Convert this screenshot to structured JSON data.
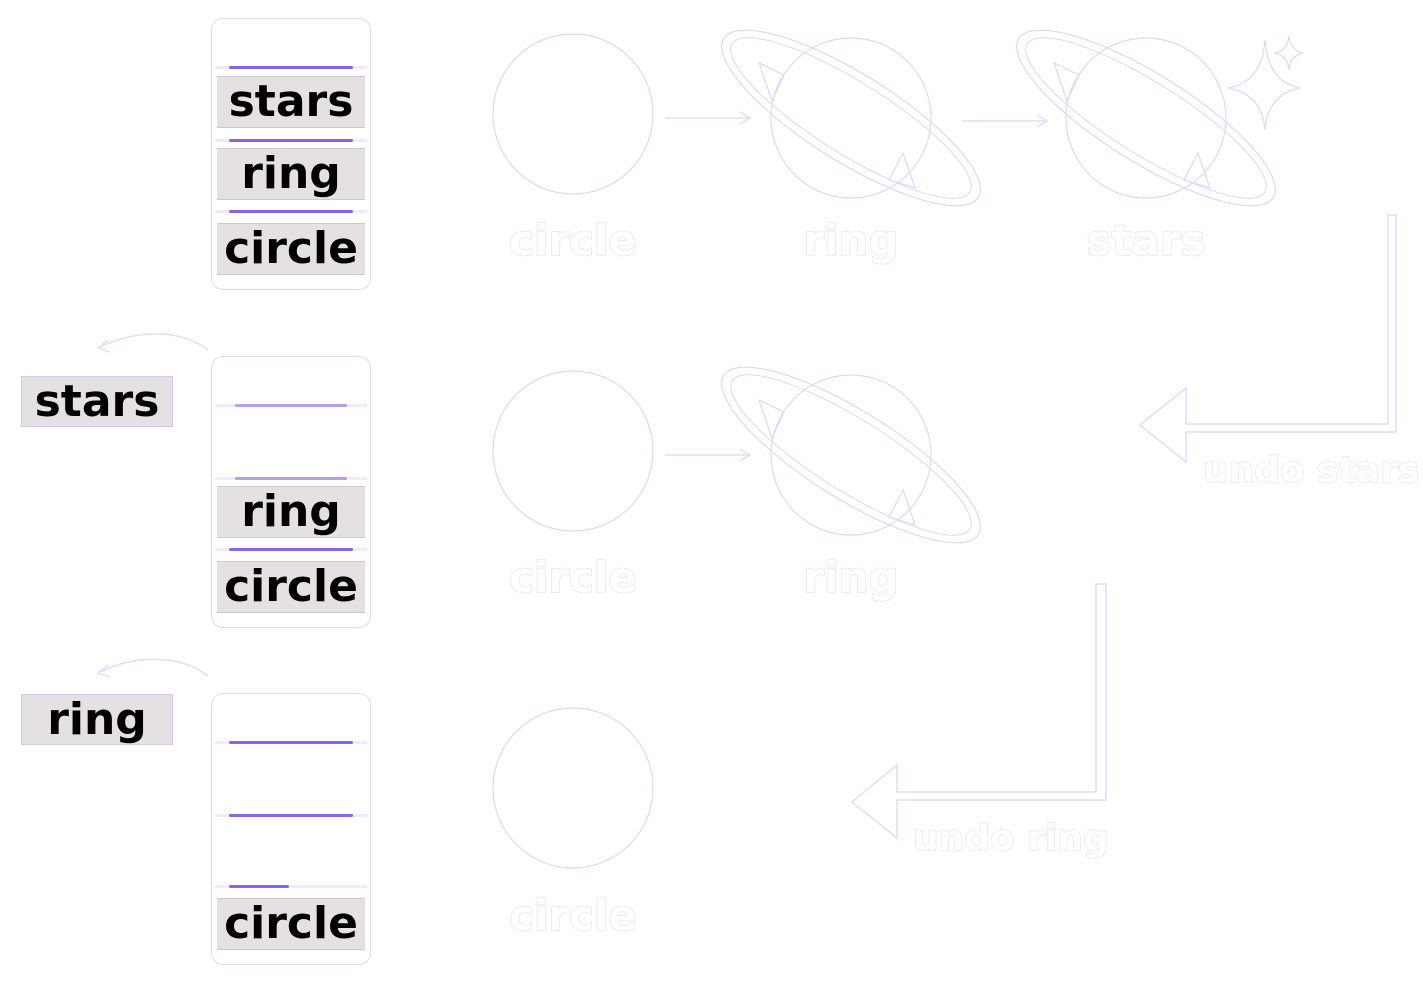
{
  "stacks": [
    {
      "slots": [
        "stars",
        "ring",
        "circle"
      ],
      "popped": ""
    },
    {
      "slots": [
        "",
        "ring",
        "circle"
      ],
      "popped": "stars"
    },
    {
      "slots": [
        "",
        "",
        "circle"
      ],
      "popped": "ring"
    }
  ],
  "rows": [
    {
      "labels": [
        "circle",
        "ring",
        "stars"
      ]
    },
    {
      "labels": [
        "circle",
        "ring"
      ]
    },
    {
      "labels": [
        "circle"
      ]
    }
  ],
  "undo_labels": [
    "undo stars",
    "undo ring"
  ],
  "colors": {
    "accent": "#8a63e8",
    "ghost_stroke": "#ece3f8",
    "label_bg": "#e5e0e1"
  },
  "icons": [
    "circle-icon",
    "planet-ring-icon",
    "planet-stars-icon",
    "undo-arrow-icon",
    "pop-arrow-icon"
  ]
}
